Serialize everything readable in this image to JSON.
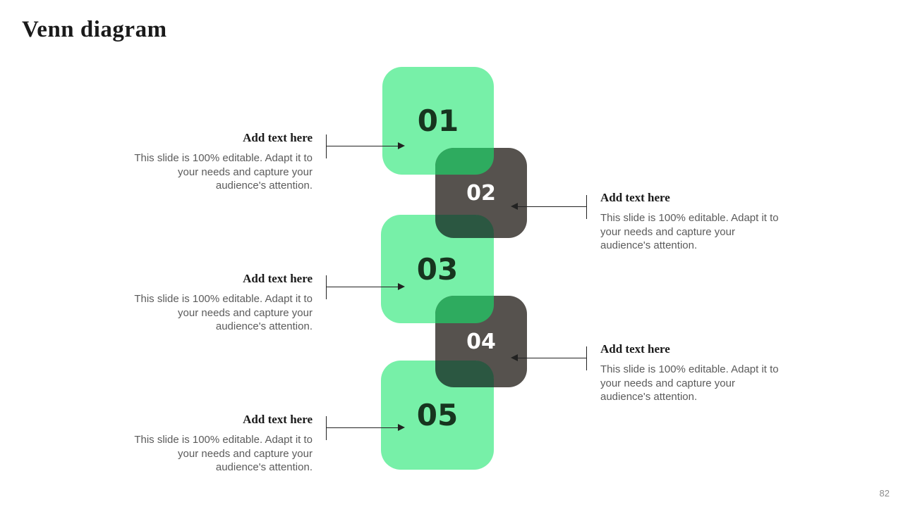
{
  "slide": {
    "title": "Venn diagram",
    "page_number": "82"
  },
  "colors": {
    "square_green": "#77F0A8",
    "square_dark_gray": "#56524E",
    "overlap_medium_green": "#2EAB5F",
    "overlap_dark_green": "#2B5741",
    "number_on_green": "#17351F",
    "number_on_dark": "#FFFFFF",
    "heading_text": "#1A1A1A",
    "body_text": "#5B5B5B",
    "connector_line": "#222222"
  },
  "venn": {
    "items": [
      {
        "number": "01",
        "variant": "green"
      },
      {
        "number": "02",
        "variant": "dark"
      },
      {
        "number": "03",
        "variant": "green"
      },
      {
        "number": "04",
        "variant": "dark"
      },
      {
        "number": "05",
        "variant": "green"
      }
    ]
  },
  "callouts": {
    "left": [
      {
        "title": "Add text here",
        "body": "This slide is 100% editable. Adapt it to your needs and capture your audience's attention."
      },
      {
        "title": "Add text here",
        "body": "This slide is 100% editable. Adapt it to your needs and capture your audience's attention."
      },
      {
        "title": "Add text here",
        "body": "This slide is 100% editable. Adapt it to your needs and capture your audience's attention."
      }
    ],
    "right": [
      {
        "title": "Add text here",
        "body": "This slide is 100% editable. Adapt it to your needs and capture your audience's attention."
      },
      {
        "title": "Add text here",
        "body": "This slide is 100% editable. Adapt it to your needs and capture your audience's attention."
      }
    ]
  }
}
